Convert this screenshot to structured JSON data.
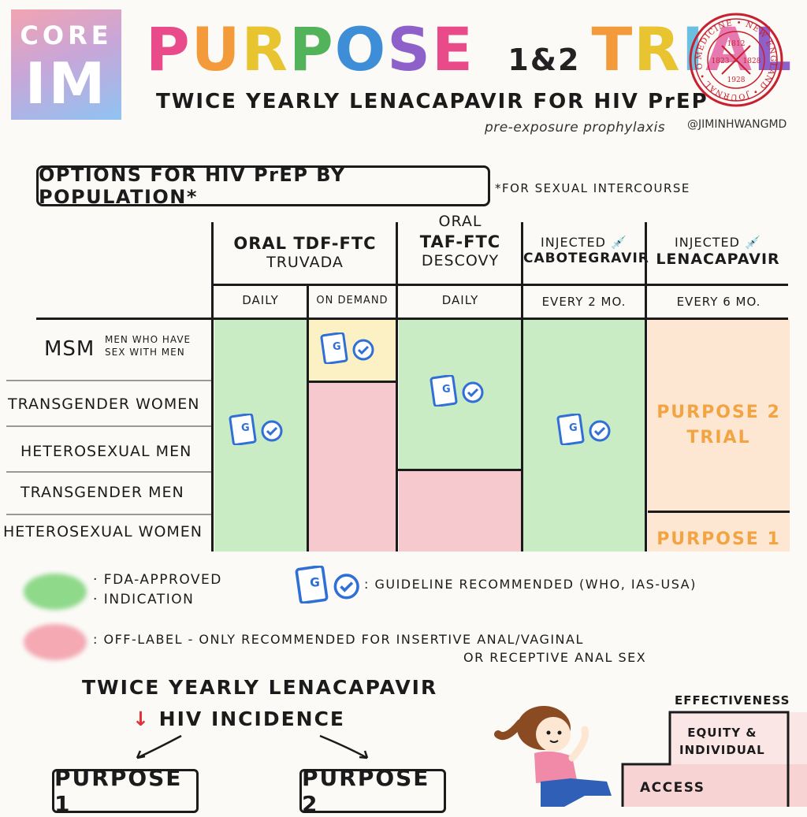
{
  "logo": {
    "line1": "CORE",
    "line2": "IM"
  },
  "header": {
    "title_main": "PURPOSE",
    "title_nums": "1&2",
    "title_trial": "TRIAL",
    "subtitle": "TWICE YEARLY LENACAPAVIR FOR HIV PrEP",
    "subnote": "pre-exposure prophylaxis",
    "handle": "@JIMINHWANGMD"
  },
  "seal": {
    "ring_text": "MEDICINE • NEW ENGLAND • JOURNAL • OF •",
    "y1812": "1812",
    "y1823": "1823",
    "y1828": "1828",
    "y1928": "1928"
  },
  "options": {
    "title": "OPTIONS FOR HIV PrEP BY POPULATION*",
    "footnote": "*FOR SEXUAL INTERCOURSE"
  },
  "table": {
    "drugs": [
      {
        "line1": "ORAL TDF-FTC",
        "line2": "TRUVADA"
      },
      {
        "line1": "ORAL",
        "line2": "TAF-FTC",
        "line3": "DESCOVY"
      },
      {
        "line1": "INJECTED",
        "line2": "CABOTEGRAVIR"
      },
      {
        "line1": "INJECTED",
        "line2": "LENACAPAVIR"
      }
    ],
    "frequencies": [
      "DAILY",
      "ON DEMAND",
      "DAILY",
      "EVERY 2 MO.",
      "EVERY 6 MO."
    ],
    "rows": [
      {
        "label": "MSM",
        "note_line1": "MEN WHO HAVE",
        "note_line2": "SEX WITH MEN"
      },
      {
        "label": "TRANSGENDER WOMEN"
      },
      {
        "label": "HETEROSEXUAL MEN"
      },
      {
        "label": "TRANSGENDER MEN"
      },
      {
        "label": "HETEROSEXUAL WOMEN"
      }
    ],
    "purpose2_line1": "PURPOSE 2",
    "purpose2_line2": "TRIAL",
    "purpose1": "PURPOSE 1"
  },
  "legend": {
    "green_line1": "· FDA-APPROVED",
    "green_line2": "· INDICATION",
    "guideline": ": GUIDELINE RECOMMENDED (WHO, IAS-USA)",
    "pink_line1": ": OFF-LABEL - ONLY RECOMMENDED FOR INSERTIVE ANAL/VAGINAL",
    "pink_line2": "OR RECEPTIVE ANAL SEX",
    "badge_letter": "G"
  },
  "bottom": {
    "headline": "TWICE YEARLY LENACAPAVIR",
    "incidence": "HIV INCIDENCE",
    "purpose1": "PURPOSE 1",
    "purpose2": "PURPOSE 2",
    "effectiveness": "EFFECTIVENESS",
    "equity_line1": "EQUITY &",
    "equity_line2": "INDIVIDUAL",
    "access": "ACCESS"
  },
  "colors": {
    "green": "#c9ecc4",
    "pink": "#f6c9cf",
    "yellow": "#fbf1c4",
    "orange_fill": "#fde7d3",
    "orange_text": "#f2a443",
    "blue": "#2f6fd6",
    "seal_red": "#c8202f"
  }
}
